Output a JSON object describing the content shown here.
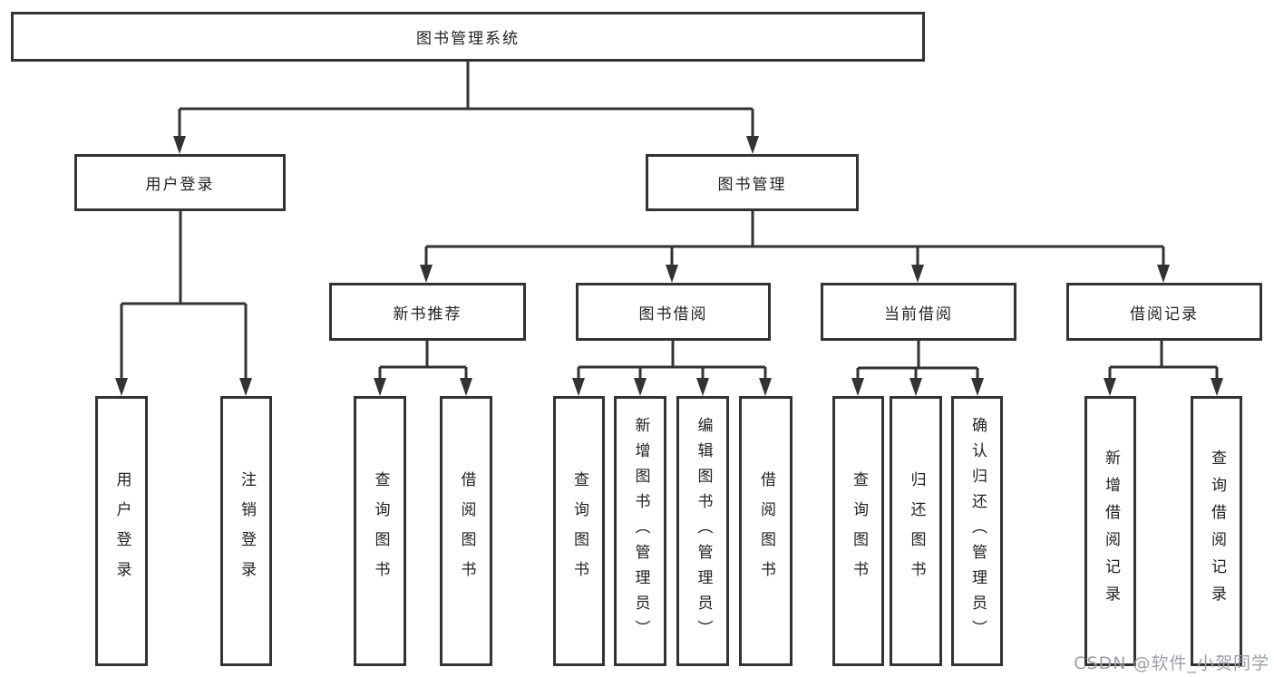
{
  "nodes": {
    "root": "图书管理系统",
    "user_login": "用户登录",
    "book_mgmt": "图书管理",
    "new_book": "新书推荐",
    "book_borrow": "图书借阅",
    "current_borrow": "当前借阅",
    "borrow_records": "借阅记录"
  },
  "leaves": {
    "user_login": [
      "用户登录",
      "注销登录"
    ],
    "new_book": [
      "查询图书",
      "借阅图书"
    ],
    "book_borrow": [
      "查询图书",
      "新增图书（管理员）",
      "编辑图书（管理员）",
      "借阅图书"
    ],
    "current_borrow": [
      "查询图书",
      "归还图书",
      "确认归还（管理员）"
    ],
    "borrow_records": [
      "新增借阅记录",
      "查询借阅记录"
    ]
  },
  "watermark": "CSDN @软件_小贺同学",
  "colors": {
    "line": "#333333",
    "text": "#222222",
    "watermark": "#9aa0a6",
    "background": "#ffffff"
  }
}
